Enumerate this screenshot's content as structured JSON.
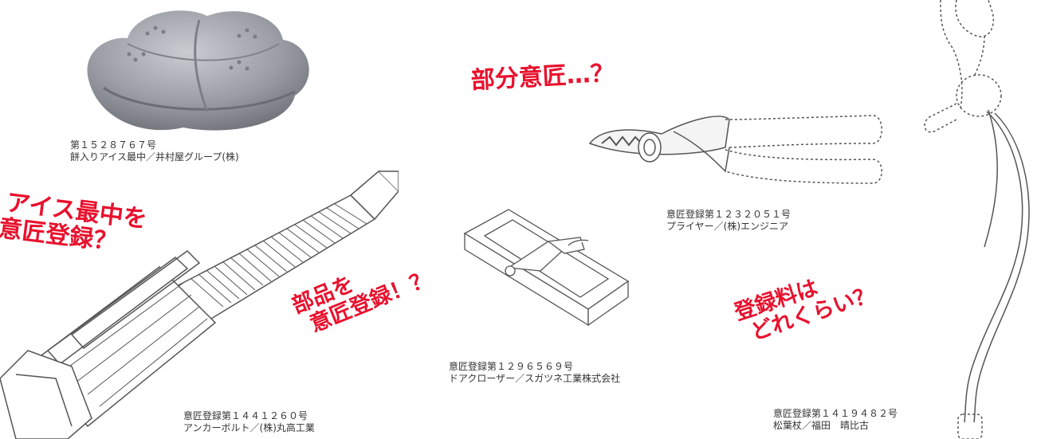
{
  "captions": {
    "mochi": {
      "line1": "第１５２８７６７号",
      "line2": "餅入りアイス最中／井村屋グループ(株)"
    },
    "pliers": {
      "line1": "意匠登録第１２３２０５１号",
      "line2": "プライヤー／(株)エンジニア"
    },
    "door_closer": {
      "line1": "意匠登録第１２９６５６９号",
      "line2": "ドアクローザー／スガツネ工業株式会社"
    },
    "anchor_bolt": {
      "line1": "意匠登録第１４４１２６０号",
      "line2": "アンカーボルト／(株)丸高工業"
    },
    "cane": {
      "line1": "意匠登録第１４１９４８２号",
      "line2": "松葉杖／福田　晴比古"
    }
  },
  "callouts": {
    "partial_design": "部分意匠…？",
    "ice_monaka": {
      "line1": "アイス最中を",
      "line2": "意匠登録？"
    },
    "parts": {
      "line1": "部品を",
      "line2": "意匠登録！？"
    },
    "fee": {
      "line1": "登録料は",
      "line2": "どれくらい？"
    }
  },
  "colors": {
    "callout": "#e8112d",
    "caption": "#333333",
    "line_art": "#555555"
  },
  "icons": [
    "ice-monaka-illustration",
    "pliers-illustration",
    "door-closer-illustration",
    "anchor-bolt-illustration",
    "crutch-illustration"
  ]
}
